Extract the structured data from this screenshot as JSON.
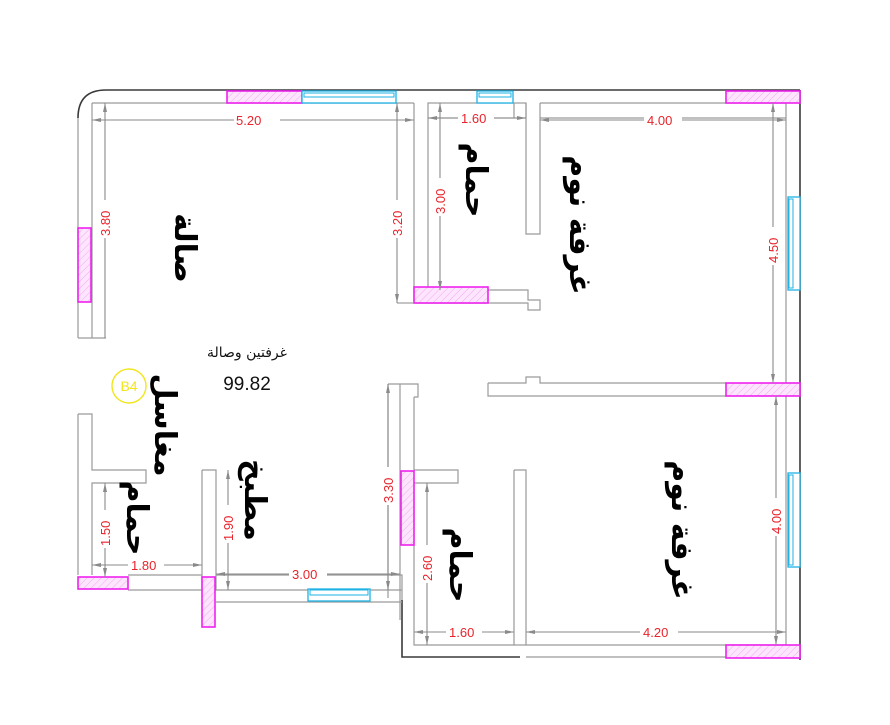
{
  "plan": {
    "title": "غرفتين وصالة",
    "total_area": "99.82",
    "unit_badge": "B4"
  },
  "rooms": {
    "living": {
      "label": "صالة",
      "width": "5.20",
      "height": "3.80",
      "inner_height": "3.20"
    },
    "bath_top": {
      "label": "حمام",
      "width": "1.60",
      "height": "3.00"
    },
    "bedroom_top": {
      "label": "غرفة نوم",
      "width": "4.00",
      "height": "4.50"
    },
    "washbasins": {
      "label": "مغاسل"
    },
    "bath_left": {
      "label": "حمام",
      "width": "1.80",
      "height": "1.50"
    },
    "kitchen": {
      "label": "مطبخ",
      "width": "3.00",
      "height": "1.90"
    },
    "corridor": {
      "height": "3.30"
    },
    "bath_bottom": {
      "label": "حمام",
      "width": "1.60",
      "height": "2.60"
    },
    "bedroom_bottom": {
      "label": "غرفة نوم",
      "width": "4.20",
      "height": "4.00"
    }
  },
  "colors": {
    "dimension_text": "#e8242c",
    "column": "#ee22ee",
    "window": "#1eb2e6",
    "badge": "#f2e51c",
    "wall": "#9a9a9a"
  }
}
